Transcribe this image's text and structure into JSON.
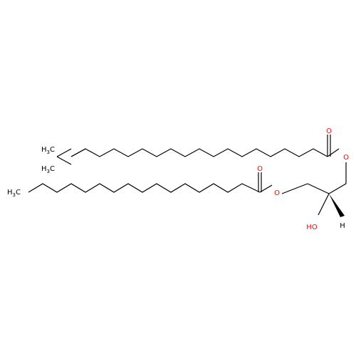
{
  "molecule": {
    "atoms": {
      "carbonyl_oxygen_top": {
        "symbol": "O"
      },
      "ester_oxygen_top": {
        "symbol": "O"
      },
      "carbonyl_oxygen_bottom": {
        "symbol": "O"
      },
      "ester_oxygen_bottom": {
        "symbol": "O"
      },
      "hydroxyl": {
        "symbol": "HO"
      },
      "stereo_hydrogen": {
        "symbol": "H"
      },
      "methyl_a": {
        "symbol": "H",
        "sub": "3",
        "tail": "C"
      },
      "methyl_b": {
        "symbol": "H",
        "sub": "3",
        "tail": "C"
      },
      "methyl_c": {
        "symbol": "H",
        "sub": "3",
        "tail": "C"
      }
    }
  },
  "colors": {
    "bond": "#000000",
    "oxygen": "#ff0000",
    "background": "#ffffff"
  }
}
